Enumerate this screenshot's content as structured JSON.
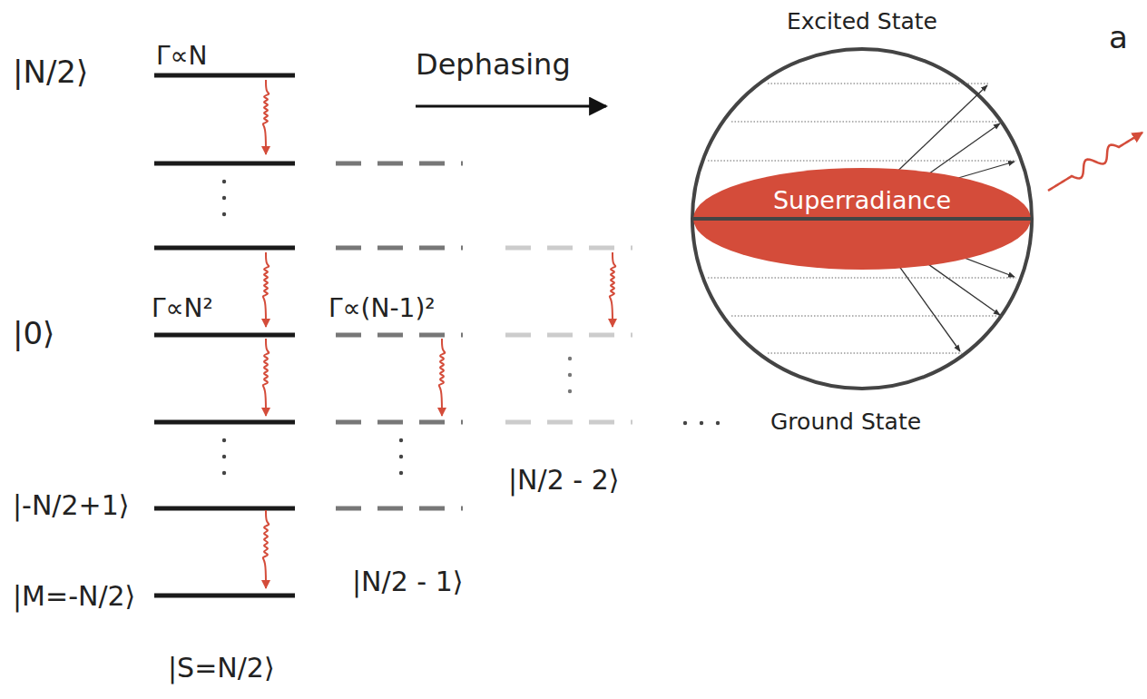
{
  "diagram": {
    "nodes": [
      {
        "text": [
          "Superradiance"
        ]
      }
    ],
    "labels": [
      "|N/2⟩",
      "Γ∝N",
      "Dephasing",
      "Excited State",
      "a",
      "Γ∝N²",
      "Γ∝(N-1)²",
      "|0⟩",
      "Ground State",
      "|N/2 - 2⟩",
      "|-N/2+1⟩",
      "|N/2 - 1⟩",
      "|M=-N/2⟩",
      "|S=N/2⟩"
    ]
  }
}
